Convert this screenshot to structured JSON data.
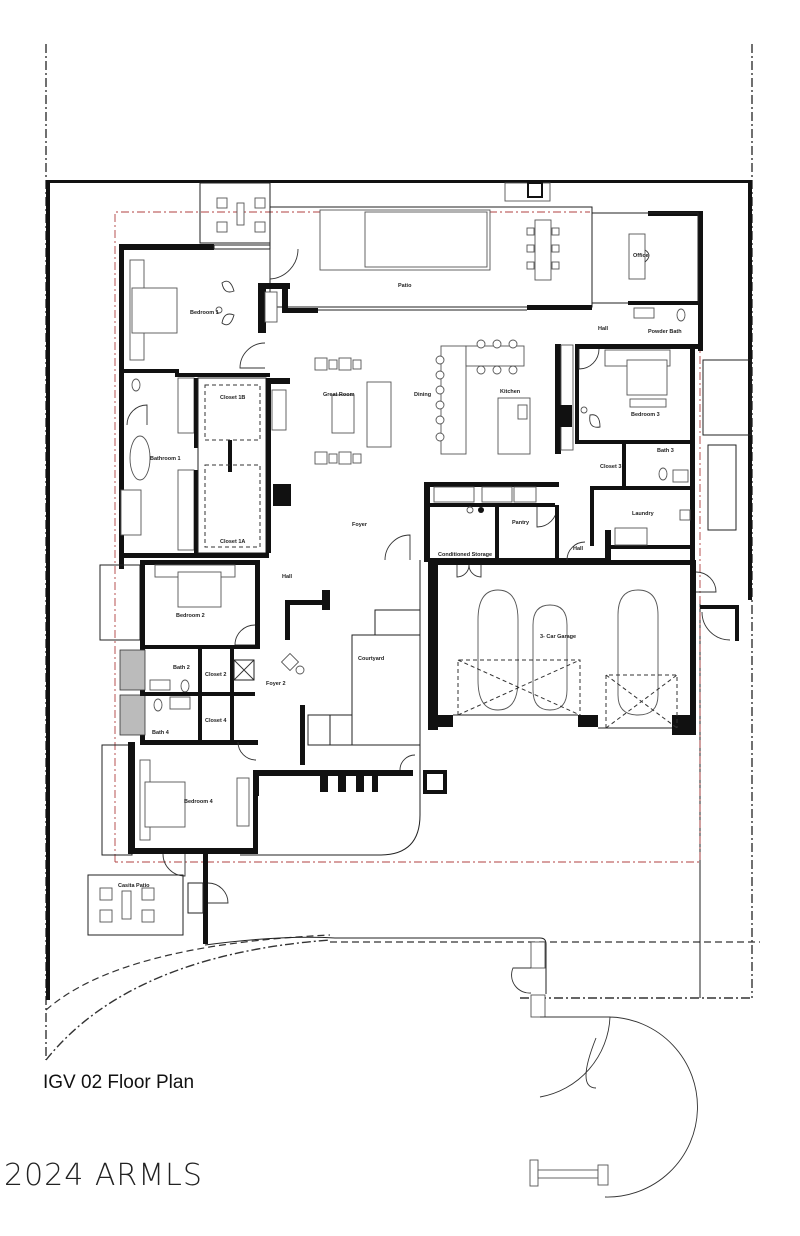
{
  "plan": {
    "title": "IGV 02 Floor Plan",
    "watermark": "2024 ARMLS"
  },
  "rooms": {
    "patio": "Patio",
    "office": "Office",
    "hall_north": "Hall",
    "powder_bath": "Powder Bath",
    "bedroom1": "Bedroom 1",
    "bathroom1": "Bathroom 1",
    "closet1b": "Closet 1B",
    "closet1a": "Closet 1A",
    "great_room": "Great Room",
    "dining": "Dining",
    "kitchen": "Kitchen",
    "bedroom3": "Bedroom 3",
    "closet3": "Closet 3",
    "bath3": "Bath 3",
    "laundry": "Laundry",
    "foyer": "Foyer",
    "pantry": "Pantry",
    "conditioned_storage": "Conditioned Storage",
    "hall_east": "Hall",
    "hall_west": "Hall",
    "bedroom2": "Bedroom 2",
    "bath2": "Bath 2",
    "closet2": "Closet 2",
    "foyer2": "Foyer 2",
    "closet4": "Closet 4",
    "bath4": "Bath 4",
    "courtyard": "Courtyard",
    "garage": "3- Car Garage",
    "bedroom4": "Bedroom 4",
    "casita_patio": "Casita Patio"
  }
}
